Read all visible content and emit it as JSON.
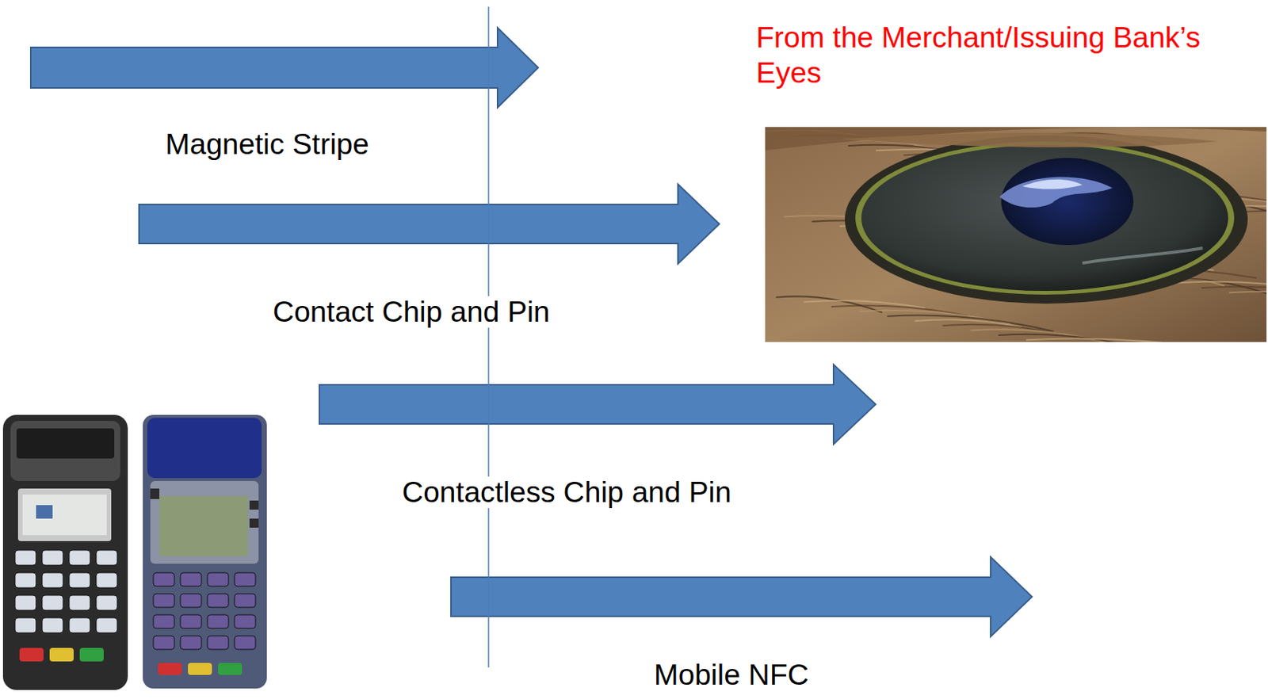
{
  "diagram": {
    "nodes": [
      {
        "text": [
          "Magnetic Stripe"
        ]
      },
      {
        "text": [
          "Contact Chip and Pin"
        ]
      },
      {
        "text": [
          "Contactless Chip and Pin"
        ]
      },
      {
        "text": [
          "Mobile NFC"
        ]
      }
    ],
    "labels": [
      "From the Merchant/Issuing Bank’s Eyes"
    ]
  }
}
